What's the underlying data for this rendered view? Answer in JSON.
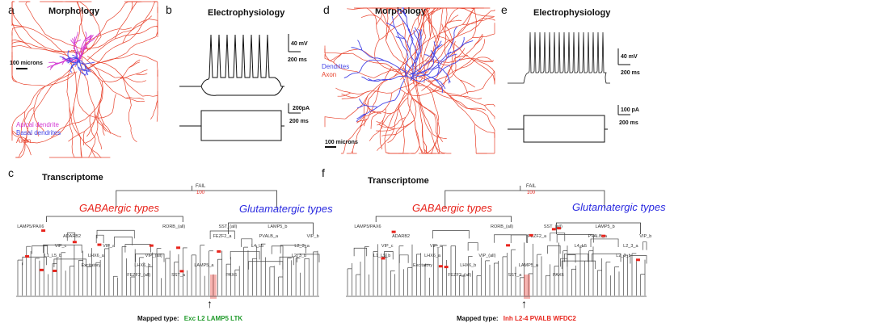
{
  "colors": {
    "axon": "#e8432d",
    "dendrite_blue": "#4646e6",
    "apical_magenta": "#d43cd4",
    "gaba_red": "#e8241c",
    "glut_blue": "#2a2ae0",
    "exc_green": "#1f9a2a",
    "inh_red": "#e8241c"
  },
  "panel_a": {
    "letter": "a",
    "title": "Morphology",
    "scale": "100 microns",
    "legend": [
      "Apical dendrite",
      "Basal dendrites",
      "Axon"
    ]
  },
  "panel_b": {
    "letter": "b",
    "title": "Electrophysiology",
    "volt_scale": "40 mV",
    "time_scale_1": "200 ms",
    "current_scale": "200pA",
    "time_scale_2": "200 ms"
  },
  "panel_c": {
    "letter": "c",
    "title": "Transcriptome",
    "gaba": "GABAergic types",
    "glut": "Glutamatergic types",
    "root": "FAIL",
    "root_score": "100",
    "mapped_label": "Mapped type:",
    "mapped_value": "Exc L2 LAMP5 LTK",
    "nodes": [
      "LAMP5/PAX6",
      "ADARB2",
      "VIP_a",
      "VIP_(all)",
      "LAMP5_a",
      "PAX6",
      "LAMP5_b",
      "VIP_b",
      "VIP_c",
      "LHX6_a",
      "LHX6_b",
      "SST_a",
      "SST_(all)",
      "PVALB_a",
      "L2_3_a",
      "L1_L5_b",
      "Excitatory",
      "FEZF2_(all)",
      "RORB_(all)",
      "FEZF2_a",
      "L4_L5",
      "L2_3_b"
    ]
  },
  "panel_d": {
    "letter": "d",
    "title": "Morphology",
    "scale": "100 microns",
    "legend": [
      "Dendrites",
      "Axon"
    ]
  },
  "panel_e": {
    "letter": "e",
    "title": "Electrophysiology",
    "volt_scale": "40 mV",
    "time_scale_1": "200 ms",
    "current_scale": "100 pA",
    "time_scale_2": "200 ms"
  },
  "panel_f": {
    "letter": "f",
    "title": "Transcriptome",
    "gaba": "GABAergic types",
    "glut": "Glutamatergic types",
    "root": "FAIL",
    "root_score": "100",
    "mapped_label": "Mapped type:",
    "mapped_value": "Inh L2-4 PVALB WFDC2",
    "nodes": [
      "LAMP5/PAX6",
      "ADARB2",
      "VIP_a",
      "VIP_(all)",
      "LAMP5_a",
      "PAX6",
      "LAMP5_b",
      "VIP_b",
      "VIP_c",
      "LHX6_a",
      "LHX6_b",
      "SST_a",
      "SST_(all)",
      "PVALB_a",
      "L2_3_a",
      "L1_L5_b",
      "Excitatory",
      "FEZF2_(all)",
      "RORB_(all)",
      "FEZF2_a",
      "L4_L5",
      "L2_3_b"
    ]
  }
}
